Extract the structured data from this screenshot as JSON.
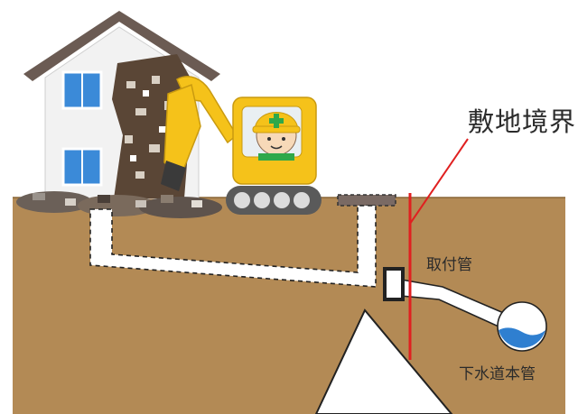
{
  "labels": {
    "property_boundary": "敷地境界",
    "lateral_pipe": "取付管",
    "main_sewer": "下水道本管"
  },
  "colors": {
    "ground": "#b38a55",
    "ground_edge": "#8a6636",
    "boundary_line": "#e02020",
    "pipe": "#ffffff",
    "water": "#2f7fd0",
    "excavator_body": "#f5c21a",
    "house_wall": "#f2f2f2",
    "roof": "#6b5b53",
    "window": "#3b8ad8"
  },
  "icons": [
    "house-demolition-illustration",
    "excavator-illustration",
    "worker-helmet-icon",
    "sewer-main-pipe-icon"
  ]
}
